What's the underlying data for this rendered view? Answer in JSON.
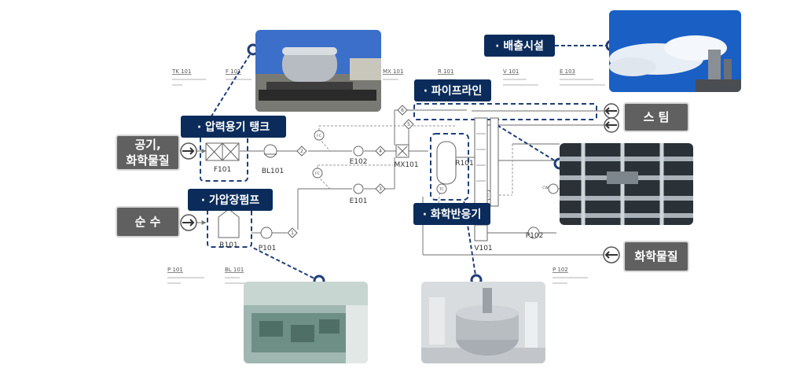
{
  "callouts": {
    "pressure_tank": "· 압력용기 탱크",
    "pressure_pump": "· 가압장펌프",
    "pipeline": "· 파이프라인",
    "chem_reactor": "· 화학반응기",
    "exhaust": "· 배출시설"
  },
  "inputs": {
    "air_chem_line1": "공기,",
    "air_chem_line2": "화학물질",
    "pure_water": "순 수",
    "steam": "스 팀",
    "chemicals": "화학물질"
  },
  "equipment_labels": {
    "f101": "F101",
    "bl101": "BL101",
    "e102": "E102",
    "e101": "E101",
    "mx101": "MX101",
    "r101": "R101",
    "v101": "V101",
    "p102": "P102",
    "p101": "P101",
    "tk_unit": "R101"
  },
  "spec_blocks": {
    "tk101": {
      "tag": "TK 101"
    },
    "f101": {
      "tag": "F 101"
    },
    "mx101": {
      "tag": "MX 101"
    },
    "r101": {
      "tag": "R 101"
    },
    "v101": {
      "tag": "V 101"
    },
    "e103": {
      "tag": "E 103"
    },
    "p101": {
      "tag": "P 101"
    },
    "bl101": {
      "tag": "BL 101"
    },
    "p102": {
      "tag": "P 102"
    }
  },
  "stream_numbers": [
    "1",
    "2",
    "3",
    "4",
    "5",
    "6"
  ],
  "instrument_tags": [
    "FC",
    "FC",
    "TC",
    "LC",
    "CW"
  ],
  "colors": {
    "callout_bg": "#0b2c5a",
    "input_box_bg": "#606060",
    "leader_line": "#1f3f7a",
    "dashed_frame": "#1f3f7a"
  }
}
